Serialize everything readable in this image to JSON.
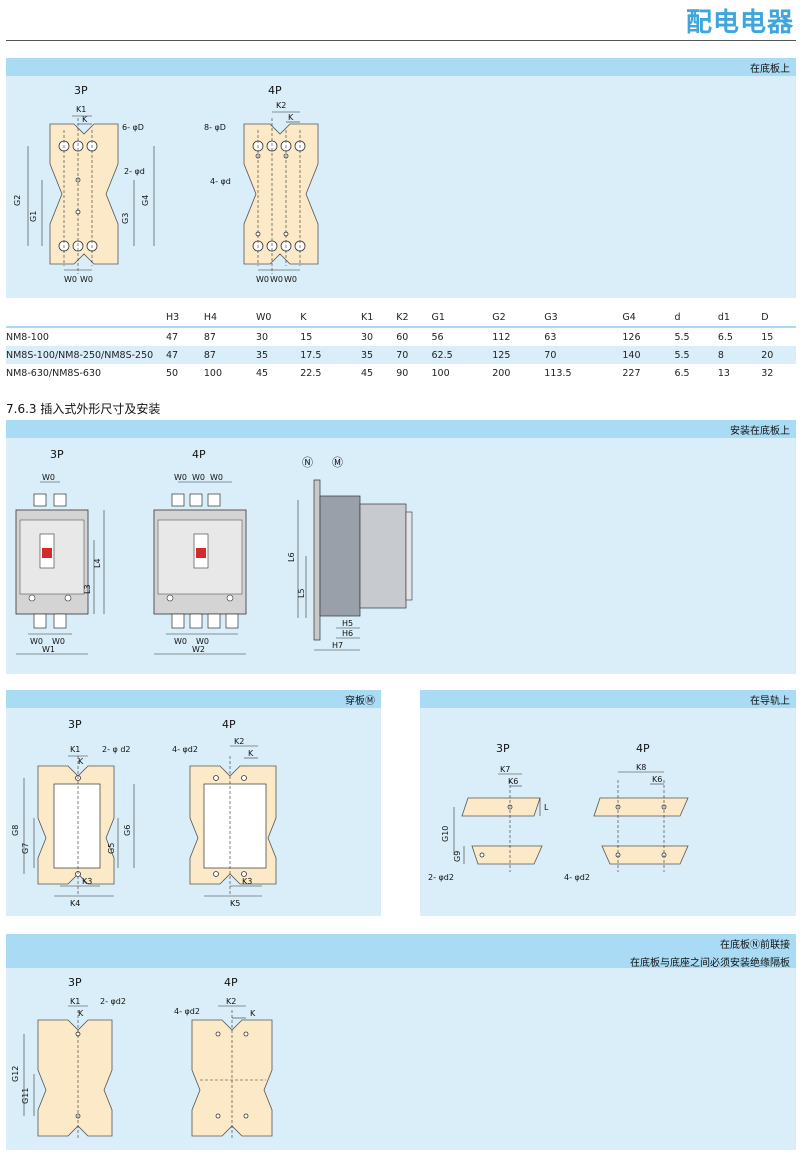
{
  "header": {
    "title": "配电电器"
  },
  "panel1": {
    "bar_label": "在底板上",
    "captions": {
      "p3": "3P",
      "p4": "4P"
    },
    "labels_3p": {
      "k1": "K1",
      "k": "K",
      "holes_D": "6- φD",
      "holes_d": "2- φd",
      "g2": "G2",
      "g1": "G1",
      "g3": "G3",
      "g4": "G4",
      "w0a": "W0",
      "w0b": "W0"
    },
    "labels_4p": {
      "k2": "K2",
      "k": "K",
      "holes_D": "8- φD",
      "holes_d": "4- φd",
      "w0a": "W0",
      "w0b": "W0",
      "w0c": "W0"
    }
  },
  "table": {
    "headers": [
      "",
      "H3",
      "H4",
      "W0",
      "K",
      "K1",
      "K2",
      "G1",
      "G2",
      "G3",
      "G4",
      "d",
      "d1",
      "D"
    ],
    "rows": [
      [
        "NM8-100",
        "47",
        "87",
        "30",
        "15",
        "30",
        "60",
        "56",
        "112",
        "63",
        "126",
        "5.5",
        "6.5",
        "15"
      ],
      [
        "NM8S-100/NM8-250/NM8S-250",
        "47",
        "87",
        "35",
        "17.5",
        "35",
        "70",
        "62.5",
        "125",
        "70",
        "140",
        "5.5",
        "8",
        "20"
      ],
      [
        "NM8-630/NM8S-630",
        "50",
        "100",
        "45",
        "22.5",
        "45",
        "90",
        "100",
        "200",
        "113.5",
        "227",
        "6.5",
        "13",
        "32"
      ]
    ]
  },
  "section_title": "7.6.3 插入式外形尺寸及安装",
  "panel2": {
    "bar_label": "安装在底板上",
    "captions": {
      "p3": "3P",
      "p4": "4P",
      "n": "Ⓝ",
      "m": "Ⓜ"
    },
    "labels_3p": {
      "w0top": "W0",
      "w0a": "W0",
      "w0b": "W0",
      "w1": "W1",
      "l3": "L3",
      "l4": "L4"
    },
    "labels_4p": {
      "w0a": "W0",
      "w0b": "W0",
      "w0c": "W0",
      "w0d": "W0",
      "w0e": "W0",
      "w2": "W2"
    },
    "labels_side": {
      "l6": "L6",
      "l5": "L5",
      "h5": "H5",
      "h6": "H6",
      "h7": "H7"
    }
  },
  "panel3": {
    "bar_label": "穿板Ⓜ",
    "captions": {
      "p3": "3P",
      "p4": "4P"
    },
    "labels_3p": {
      "k1": "K1",
      "k": "K",
      "holes": "2- φ d2",
      "g8": "G8",
      "g7": "G7",
      "g6": "G6",
      "g5": "G5",
      "k3": "K3",
      "k4": "K4"
    },
    "labels_4p": {
      "holes": "4- φd2",
      "k2": "K2",
      "k": "K",
      "k3": "K3",
      "k5": "K5"
    }
  },
  "panel4": {
    "bar_label": "在导轨上",
    "captions": {
      "p3": "3P",
      "p4": "4P"
    },
    "labels_3p": {
      "k7": "K7",
      "k6": "K6",
      "l": "L",
      "g10": "G10",
      "g9": "G9",
      "holes": "2- φd2"
    },
    "labels_4p": {
      "k8": "K8",
      "k6": "K6",
      "holes": "4- φd2"
    }
  },
  "panel5": {
    "bar_label": "在底板Ⓝ前联接",
    "bar_label2": "在底板与底座之间必须安装绝缘隔板",
    "captions": {
      "p3": "3P",
      "p4": "4P"
    },
    "labels_3p": {
      "k1": "K1",
      "k": "K",
      "holes": "2- φd2",
      "g12": "G12",
      "g11": "G11"
    },
    "labels_4p": {
      "holes": "4- φd2",
      "k2": "K2",
      "k": "K"
    }
  },
  "colors": {
    "accent": "#3ea6dc",
    "panel_bg": "#d9eef9",
    "bar_bg": "#a9dbf5",
    "plate": "#fbe9c8"
  }
}
